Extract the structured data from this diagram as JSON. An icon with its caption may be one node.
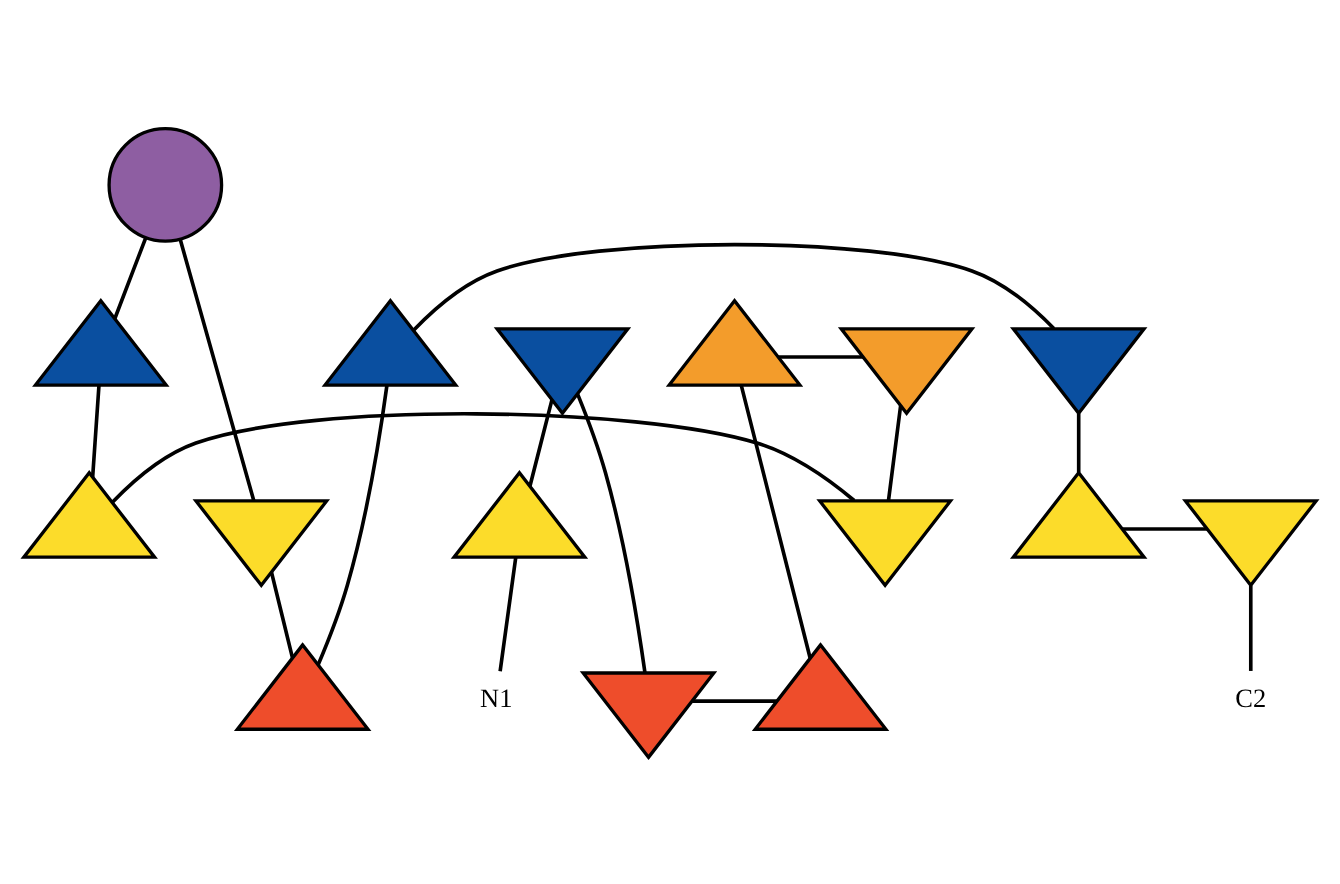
{
  "diagram": {
    "nodes": [
      {
        "text": [],
        "shape": "circle"
      },
      {
        "text": [],
        "shape": "triangle"
      },
      {
        "text": [],
        "shape": "triangle"
      },
      {
        "text": [],
        "shape": "triangle"
      },
      {
        "text": [],
        "shape": "triangle"
      },
      {
        "text": [],
        "shape": "triangle"
      },
      {
        "text": [],
        "shape": "triangle"
      },
      {
        "text": [],
        "shape": "triangle"
      },
      {
        "text": [],
        "shape": "triangle"
      },
      {
        "text": [],
        "shape": "triangle"
      },
      {
        "text": [],
        "shape": "triangle"
      },
      {
        "text": [],
        "shape": "triangle"
      },
      {
        "text": [],
        "shape": "triangle"
      },
      {
        "text": [
          "C2"
        ]
      },
      {
        "text": [
          "N1"
        ]
      },
      {
        "text": [],
        "shape": "triangle"
      },
      {
        "text": [],
        "shape": "triangle"
      },
      {
        "text": [],
        "shape": "triangle"
      }
    ],
    "edges": [
      {
        "from": 0,
        "to": 1,
        "arrow": "none"
      },
      {
        "from": 0,
        "to": 10,
        "arrow": "none"
      },
      {
        "from": 1,
        "to": 11,
        "arrow": "none"
      },
      {
        "from": 2,
        "to": 9,
        "arrow": "none"
      },
      {
        "from": 2,
        "to": 16,
        "arrow": "none"
      },
      {
        "from": 3,
        "to": 4,
        "arrow": "none"
      },
      {
        "from": 3,
        "to": 15,
        "arrow": "none"
      },
      {
        "from": 4,
        "to": 7,
        "arrow": "none"
      },
      {
        "from": 5,
        "to": 6,
        "arrow": "none"
      },
      {
        "from": 5,
        "to": 17,
        "arrow": "none"
      },
      {
        "from": 6,
        "to": 12,
        "arrow": "none"
      },
      {
        "from": 7,
        "to": 8,
        "arrow": "none"
      },
      {
        "from": 8,
        "to": 13,
        "arrow": "none"
      },
      {
        "from": 9,
        "to": 14,
        "arrow": "none"
      },
      {
        "from": 10,
        "to": 15,
        "arrow": "none"
      },
      {
        "from": 11,
        "to": 12,
        "arrow": "none"
      },
      {
        "from": 16,
        "to": 17,
        "arrow": "none"
      }
    ]
  }
}
